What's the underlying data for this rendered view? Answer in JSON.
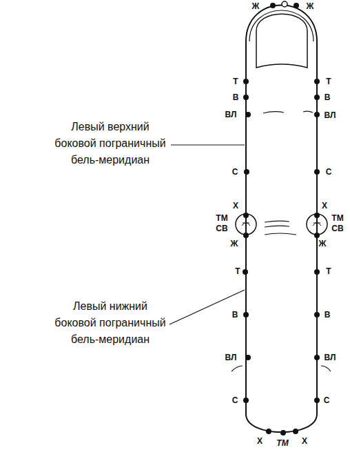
{
  "diagram": {
    "labels": [
      "Левый верхний боковой пограничный бель-меридиан",
      "Левый нижний боковой пограничный бель-меридиан",
      "Ж",
      "Ж",
      "Т",
      "В",
      "ВЛ",
      "С",
      "Х",
      "ТМ",
      "СВ",
      "Ж",
      "Т",
      "В",
      "ВЛ",
      "С",
      "Т",
      "В",
      "ВЛ",
      "С",
      "Х",
      "ТМ",
      "СВ",
      "Ж",
      "Т",
      "В",
      "ВЛ",
      "С",
      "Х",
      "ТМ",
      "Х"
    ]
  }
}
